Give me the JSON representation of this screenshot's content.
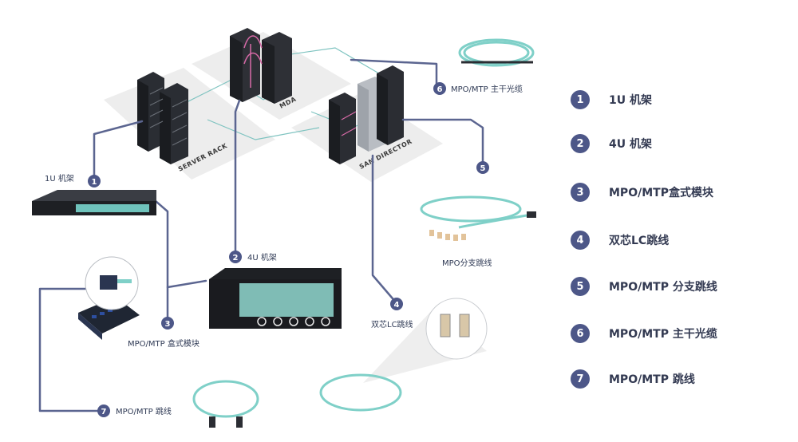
{
  "colors": {
    "connector": "#5b6590",
    "badge": "#4d5788",
    "cable": "#7fd0c8",
    "floor": "#eeeeee",
    "link": "#7ec3c0"
  },
  "areas": {
    "server_rack": "SERVER RACK",
    "mda": "MDA",
    "san_director": "SAN DIRECTOR"
  },
  "callouts": [
    {
      "num": "1",
      "label": "1U 机架"
    },
    {
      "num": "2",
      "label": "4U 机架"
    },
    {
      "num": "3",
      "label": "MPO/MTP 盒式模块"
    },
    {
      "num": "4",
      "label": "双芯LC跳线"
    },
    {
      "num": "5",
      "label": "MPO分支跳线"
    },
    {
      "num": "6",
      "label": "MPO/MTP 主干光缆"
    },
    {
      "num": "7",
      "label": "MPO/MTP 跳线"
    }
  ],
  "legend": [
    {
      "num": "1",
      "label": "1U 机架"
    },
    {
      "num": "2",
      "label": "4U 机架"
    },
    {
      "num": "3",
      "label": "MPO/MTP盒式模块"
    },
    {
      "num": "4",
      "label": "双芯LC跳线"
    },
    {
      "num": "5",
      "label": "MPO/MTP 分支跳线"
    },
    {
      "num": "6",
      "label": "MPO/MTP 主干光缆"
    },
    {
      "num": "7",
      "label": "MPO/MTP 跳线"
    }
  ]
}
